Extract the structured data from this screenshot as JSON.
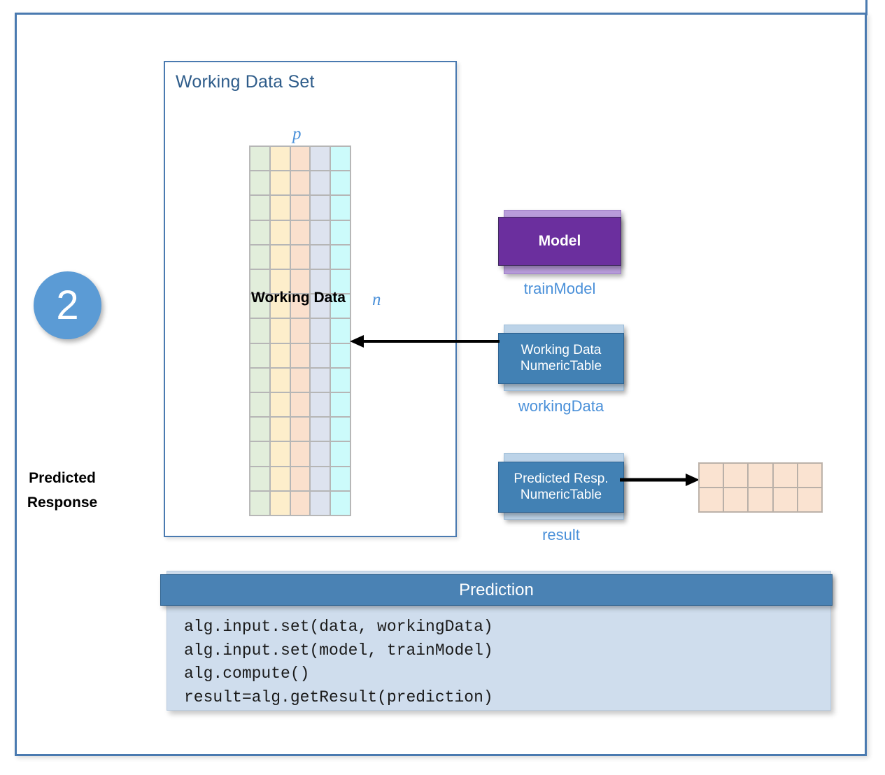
{
  "page": {
    "step_number": "2"
  },
  "working_data_set": {
    "title": "Working Data Set",
    "matrix": {
      "columns": 5,
      "rows": 15,
      "column_colors": [
        "#e2eedb",
        "#fdeecb",
        "#fae0cd",
        "#dde3ef",
        "#ccfbfb"
      ],
      "col_label": "p",
      "row_label": "n",
      "overlay_label": "Working Data"
    }
  },
  "nodes": {
    "model": {
      "label": "Model",
      "caption": "trainModel",
      "color": "#6b2f9e",
      "stack_color": "#b99ddb"
    },
    "working_data": {
      "label_line1": "Working Data",
      "label_line2": "NumericTable",
      "caption": "workingData",
      "color": "#4281b4",
      "stack_color": "#bcd3e8"
    },
    "result": {
      "label_line1": "Predicted Resp.",
      "label_line2": "NumericTable",
      "caption": "result",
      "color": "#4281b4",
      "stack_color": "#bcd3e8"
    }
  },
  "predicted_response_table": {
    "columns": 5,
    "rows": 2,
    "cell_color": "#fae3d1",
    "row1_text": "Predicted",
    "row2_text": "Response"
  },
  "prediction_card": {
    "header": "Prediction",
    "header_color": "#4a82b4",
    "body_color": "#cfdded",
    "code_lines": [
      "alg.input.set(data, workingData)",
      "alg.input.set(model, trainModel)",
      "alg.compute()",
      "result=alg.getResult(prediction)"
    ]
  },
  "theme": {
    "frame_color": "#4a7ab0",
    "accent_blue": "#4a90d9",
    "title_blue": "#2e5c8a",
    "badge_blue": "#5b9bd5"
  }
}
